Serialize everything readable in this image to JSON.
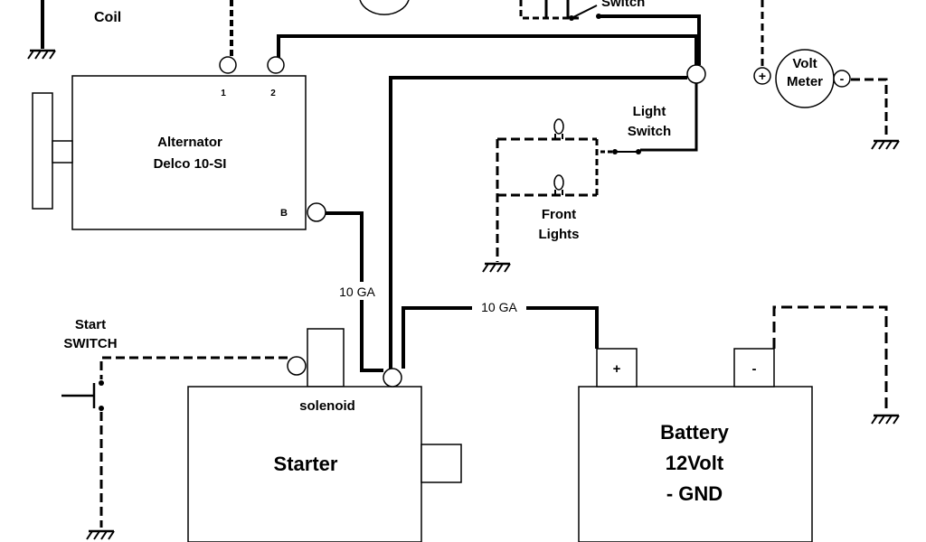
{
  "labels": {
    "coil": "Coil",
    "alt_term_1": "1",
    "alt_term_2": "2",
    "alt_term_b": "B",
    "alternator_line1": "Alternator",
    "alternator_line2": "Delco 10-SI",
    "switch_top_partial": "Switch",
    "light_switch_line1": "Light",
    "light_switch_line2": "Switch",
    "front_lights_line1": "Front",
    "front_lights_line2": "Lights",
    "volt_meter_line1": "Volt",
    "volt_meter_line2": "Meter",
    "plus_sign": "+",
    "minus_sign": "-",
    "wire_gauge_left": "10 GA",
    "wire_gauge_right": "10 GA",
    "start_switch_line1": "Start",
    "start_switch_line2": "SWITCH",
    "solenoid": "solenoid",
    "starter": "Starter",
    "battery_pos": "+",
    "battery_neg": "-",
    "battery_line1": "Battery",
    "battery_line2": "12Volt",
    "battery_line3": "- GND"
  }
}
